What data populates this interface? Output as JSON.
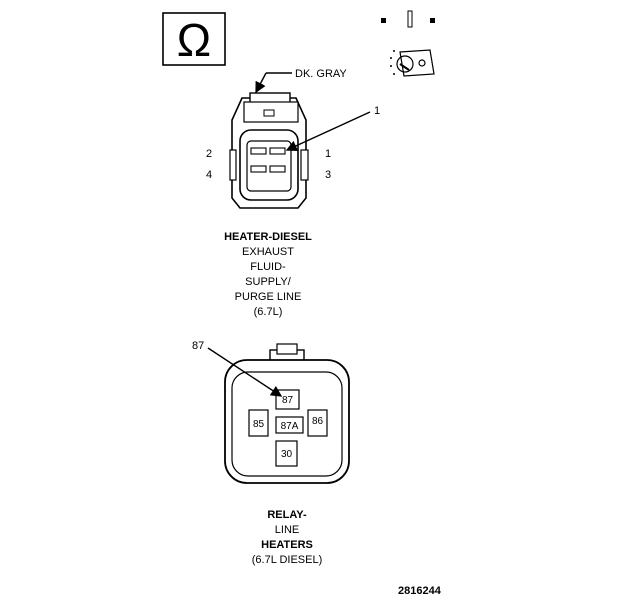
{
  "omega_symbol": "Ω",
  "wire_color_label": "DK. GRAY",
  "heater_connector": {
    "callout": "1",
    "pins_left": [
      "2",
      "4"
    ],
    "pins_right": [
      "1",
      "3"
    ],
    "caption": [
      "HEATER-DIESEL",
      "EXHAUST",
      "FLUID-",
      "SUPPLY/",
      "PURGE LINE",
      "(6.7L)"
    ]
  },
  "relay": {
    "callout": "87",
    "terminals": {
      "t87": "87",
      "t85": "85",
      "t87a": "87A",
      "t86": "86",
      "t30": "30"
    },
    "caption": [
      "RELAY-",
      "LINE",
      "HEATERS",
      "(6.7L DIESEL)"
    ]
  },
  "figure_id": "2816244"
}
